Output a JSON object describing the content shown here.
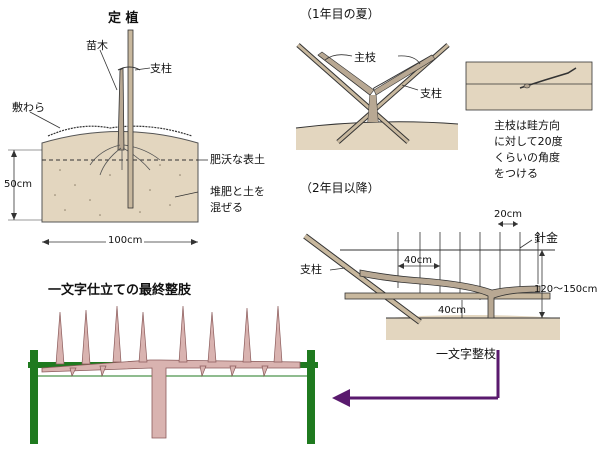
{
  "planting": {
    "title": "定 植",
    "seedling": "苗木",
    "stake": "支柱",
    "straw": "敷わら",
    "topsoil": "肥沃な表土",
    "mix1": "堆肥と土を",
    "mix2": "混ぜる",
    "depth": "50cm",
    "width": "100cm"
  },
  "year1": {
    "title": "（1年目の夏）",
    "main_branch": "主枝",
    "stake": "支柱",
    "note1": "主枝は畦方向",
    "note2": "に対して20度",
    "note3": "くらいの角度",
    "note4": "をつける"
  },
  "year2": {
    "title": "（2年目以降）",
    "spacing": "20cm",
    "wire": "針金",
    "stake": "支柱",
    "dist1": "40cm",
    "dist2": "40cm",
    "height": "120～150cm",
    "caption": "一文字整枝"
  },
  "final": {
    "title": "一文字仕立ての最終整肢"
  },
  "colors": {
    "soil": "#e3d6bf",
    "wood": "#b8a893",
    "post": "#1f7a1f",
    "arrow": "#5a1a6e",
    "shoot": "#d9b3b0"
  }
}
